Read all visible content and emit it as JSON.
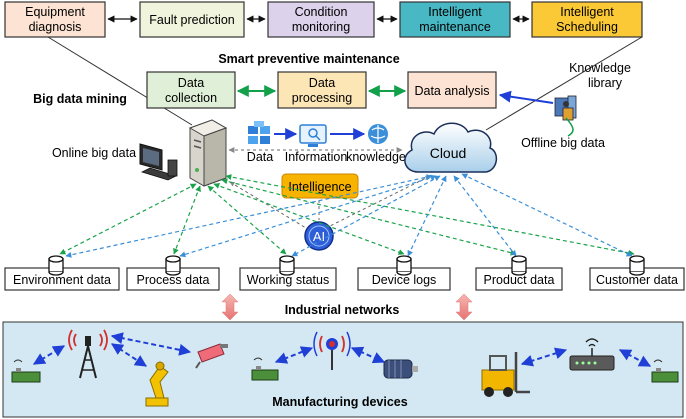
{
  "top_modules": [
    {
      "label": [
        "Equipment",
        "diagnosis"
      ],
      "color": "#fde3d3"
    },
    {
      "label": [
        "Fault prediction"
      ],
      "color": "#f0f4dc"
    },
    {
      "label": [
        "Condition",
        "monitoring"
      ],
      "color": "#dcd2ec"
    },
    {
      "label": [
        "Intelligent",
        "maintenance"
      ],
      "color": "#48b8c4"
    },
    {
      "label": [
        "Intelligent",
        "Scheduling"
      ],
      "color": "#fbc935"
    }
  ],
  "smart_maintenance_title": "Smart preventive maintenance",
  "big_data_mining_title": "Big data mining",
  "mining_steps": [
    {
      "label": [
        "Data",
        "collection"
      ],
      "color": "#e0efd8"
    },
    {
      "label": [
        "Data",
        "processing"
      ],
      "color": "#fde6b6"
    },
    {
      "label": [
        "Data analysis"
      ],
      "color": "#fde3d3"
    }
  ],
  "knowledge_library_label": [
    "Knowledge",
    "library"
  ],
  "online_big_data_label": "Online big data",
  "offline_big_data_label": "Offline big data",
  "flow_labels": [
    "Data",
    "Information",
    "knowledge"
  ],
  "cloud_label": "Cloud",
  "intelligence_label": "Intelligence",
  "ai_label": "AI",
  "data_sources": [
    "Environment data",
    "Process data",
    "Working status",
    "Device logs",
    "Product data",
    "Customer data"
  ],
  "industrial_networks_label": "Industrial networks",
  "manufacturing_devices_label": "Manufacturing devices",
  "colors": {
    "blue_arrow": "#1f3fd6",
    "green_arrow": "#13a04b",
    "dashed_green": "#1aa34a",
    "dashed_blue": "#3a8fd8",
    "panel_bg": "#d3e8f3",
    "intelligence_fill": "#f7b300"
  }
}
